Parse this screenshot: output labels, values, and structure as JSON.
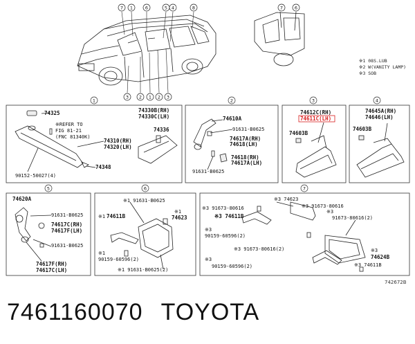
{
  "callouts": {
    "top": [
      "7",
      "1",
      "6",
      "5",
      "4",
      "8",
      "7",
      "6"
    ],
    "bottom": [
      "3",
      "2",
      "1",
      "2",
      "3"
    ]
  },
  "notes": [
    "※1 08S.LUB",
    "※2 W(VANITY LAMP)",
    "※3 SOB"
  ],
  "panels": {
    "p1": {
      "num": "1",
      "labels": [
        "74325",
        "※REFER TO",
        "FIG 81-21",
        "(FNC 81340K)",
        "74310(RH)",
        "74320(LH)",
        "74330B(RH)",
        "74330C(LH)",
        "74336",
        "74348",
        "90152-50027(4)"
      ]
    },
    "p2": {
      "num": "2",
      "labels": [
        "74610A",
        "91631-B0625",
        "74617A(RH)",
        "74618(LH)",
        "74618(RH)",
        "74617A(LH)",
        "91631-B0625"
      ]
    },
    "p3": {
      "num": "3",
      "labels": [
        "74612C(RH)",
        "74611C(LH)",
        "74603B"
      ],
      "highlight": "74611C(LH)"
    },
    "p4": {
      "num": "4",
      "labels": [
        "74645A(RH)",
        "74646(LH)",
        "74603B"
      ]
    },
    "p5": {
      "num": "5",
      "labels": [
        "74620A",
        "91631-B0625",
        "74617C(RH)",
        "74617F(LH)",
        "91631-B0625",
        "74617F(RH)",
        "74617C(LH)"
      ]
    },
    "p6": {
      "num": "6",
      "labels": [
        "※1 91631-B0625",
        "※1",
        "74611B",
        "※1",
        "74623",
        "※1",
        "90159-60596(2)",
        "※1 91631-B0625(2)"
      ]
    },
    "p7": {
      "num": "7",
      "labels": [
        "※3 74623",
        "※3 91673-80616",
        "※3 91673-80616",
        "※3 74611B",
        "※3",
        "91673-80616(2)",
        "※3",
        "90159-60596(2)",
        "※3 91673-80616(2)",
        "※3",
        "74624B",
        "※3",
        "90159-60596(2)",
        "※3 74611B"
      ]
    }
  },
  "figure_code": "742672B",
  "footer": {
    "part_number": "7461160070",
    "brand": "TOYOTA"
  }
}
